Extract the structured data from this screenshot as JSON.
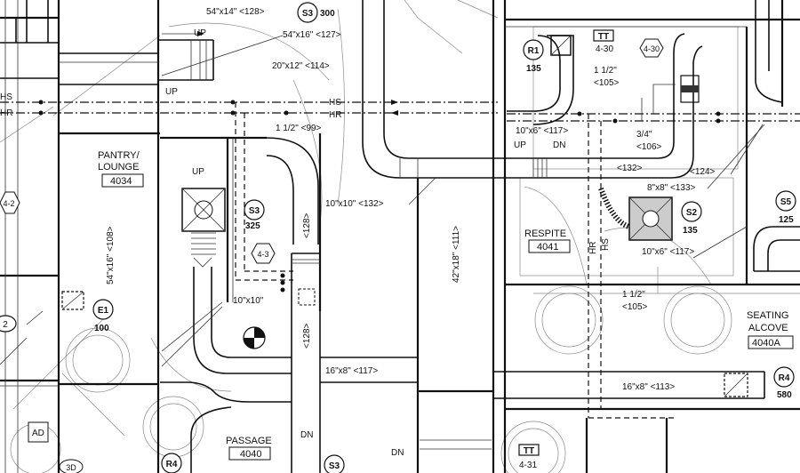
{
  "labels": {
    "d54x14_128": "54\"x14\" <128>",
    "s3_top_num": "300",
    "up_top": "UP",
    "d54x16_127": "54\"x16\" <127>",
    "d20x12_114": "20\"x12\" <114>",
    "up_left": "UP",
    "hs_left": "HS",
    "hr_left": "HR",
    "hs_mid": "HS",
    "hr_mid": "HR",
    "pipe_112_99": "1 1/2\" <99>",
    "pantry_name_1": "PANTRY/",
    "pantry_name_2": "LOUNGE",
    "pantry_num": "4034",
    "up_pantry": "UP",
    "d54x16_108": "54\"x16\" <108>",
    "s3_mid_num": "325",
    "d128_vert_a": "<128>",
    "d128_vert_b": "<128>",
    "d10x10_132": "10\"x10\" <132>",
    "d42x18_111": "42\"x18\" <111>",
    "d10x10": "10\"x10\"",
    "e1_num": "100",
    "d16x8_117": "16\"x8\" <117>",
    "passage_name": "PASSAGE",
    "passage_num": "4040",
    "dn_passage": "DN",
    "dn_center": "DN",
    "ad": "AD",
    "r1_num": "135",
    "tt_top_num": "4-30",
    "pipe_112_105": "1 1/2\"",
    "pipe_105": "<105>",
    "d10x6_117_top": "10\"x6\" <117>",
    "up_right": "UP",
    "dn_right": "DN",
    "pipe_34": "3/4\"",
    "pipe_106": "<106>",
    "d132_right": "<132>",
    "d124": "<124>",
    "d8x8_133": "8\"x8\" <133>",
    "respite_name": "RESPITE",
    "respite_num": "4041",
    "hr_vert": "HR",
    "hs_vert": "HS",
    "s2_num": "135",
    "s5_num": "125",
    "d10x6_117_bot": "10\"x6\" <117>",
    "pipe_112_105b": "1 1/2\"",
    "pipe_105b": "<105>",
    "seating_name_1": "SEATING",
    "seating_name_2": "ALCOVE",
    "seating_num": "4040A",
    "d16x8_113": "16\"x8\" <113>",
    "r4_num": "580",
    "tt_bot_num": "4-31"
  },
  "tags": {
    "s3_top": "S3",
    "s3_mid": "S3",
    "s3_bot": "S3",
    "e1": "E1",
    "r4_left": "R4",
    "r1": "R1",
    "s2": "S2",
    "s5": "S5",
    "r4_right": "R4",
    "tt_top": "TT",
    "tt_bot": "TT",
    "ref_430": "4-30",
    "ref_43": "4-3",
    "ref_42": "4-2",
    "ref_2": "2",
    "ref_3d": "3D"
  }
}
